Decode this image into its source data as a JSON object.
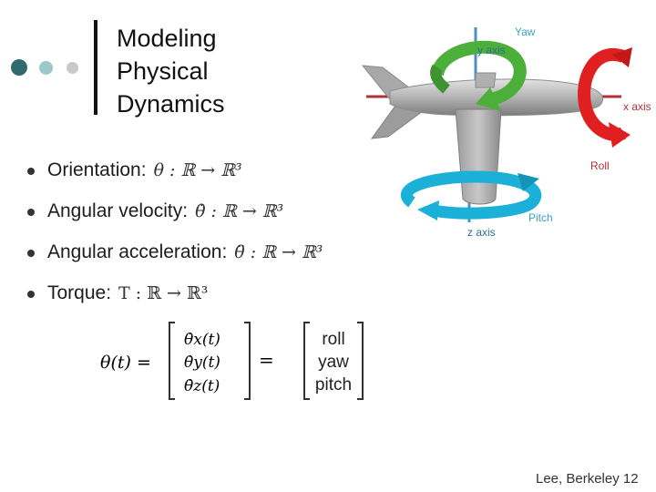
{
  "title": {
    "line1": "Modeling",
    "line2": "Physical",
    "line3": "Dynamics"
  },
  "bullets": [
    {
      "label": "Orientation:",
      "math": "θ : ℝ → ℝ³"
    },
    {
      "label": "Angular velocity:",
      "math": "θ̇ : ℝ → ℝ³"
    },
    {
      "label": "Angular acceleration:",
      "math": "θ̈ : ℝ → ℝ³"
    },
    {
      "label": "Torque:",
      "math": "T : ℝ → ℝ³"
    }
  ],
  "equation": {
    "lhs": "θ(t) =",
    "components": [
      "θ̇x(t)",
      "θ̇y(t)",
      "θ̇z(t)"
    ],
    "equals": "=",
    "names": [
      "roll",
      "yaw",
      "pitch"
    ]
  },
  "figure": {
    "yaw_label": "Yaw",
    "y_axis_label": "y axis",
    "x_axis_label": "x axis",
    "roll_label": "Roll",
    "pitch_label": "Pitch",
    "z_axis_label": "z axis",
    "colors": {
      "yaw": "#4caf3a",
      "roll": "#e02020",
      "pitch": "#1ab0d8",
      "label": "#3a9fbf",
      "body": "#b8b8b8"
    }
  },
  "footer": "Lee, Berkeley 12"
}
